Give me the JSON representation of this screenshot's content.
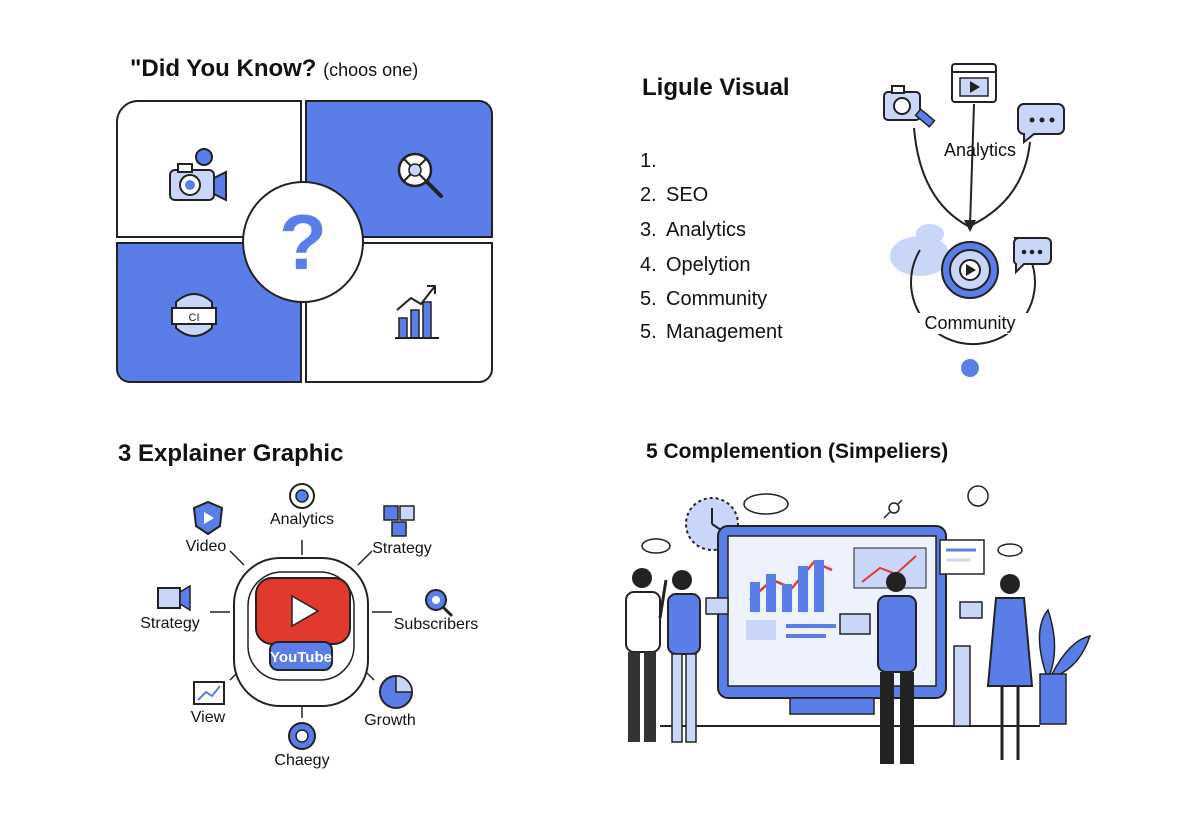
{
  "panel1": {
    "title": "\"Did You Know?",
    "note": "(choos one)",
    "question_mark": "?",
    "tile_icons": [
      "camera-icon",
      "search-icon",
      "badge-icon",
      "bar-chart-icon"
    ],
    "badge_text": "CI"
  },
  "panel2": {
    "title": "Ligule Visual",
    "list": [
      {
        "num": "1.",
        "label": ""
      },
      {
        "num": "2.",
        "label": "SEO"
      },
      {
        "num": "3.",
        "label": "Analytics"
      },
      {
        "num": "4.",
        "label": "Opelytion"
      },
      {
        "num": "5.",
        "label": "Community"
      },
      {
        "num": "5.",
        "label": "Management"
      }
    ],
    "flow_top_label": "Analytics",
    "flow_bottom_label": "Community"
  },
  "panel3": {
    "title": "3 Explainer Graphic",
    "center_logo": "YouTube",
    "spokes": [
      {
        "label": "Analytics",
        "icon": "target-icon"
      },
      {
        "label": "Strategy",
        "icon": "puzzle-icon"
      },
      {
        "label": "Subscribers",
        "icon": "gear-search-icon"
      },
      {
        "label": "Growth",
        "icon": "pie-chart-icon"
      },
      {
        "label": "Chaegy",
        "icon": "donut-icon"
      },
      {
        "label": "View",
        "icon": "monitor-chart-icon"
      },
      {
        "label": "Strategy",
        "icon": "video-camera-icon"
      },
      {
        "label": "Video",
        "icon": "play-shield-icon"
      }
    ]
  },
  "panel4": {
    "title": "5 Complemention (Simpeliers)"
  },
  "colors": {
    "accent": "#5a7de8",
    "accent_light": "#c9d6f8",
    "ink": "#222222",
    "red": "#e03a2f"
  }
}
